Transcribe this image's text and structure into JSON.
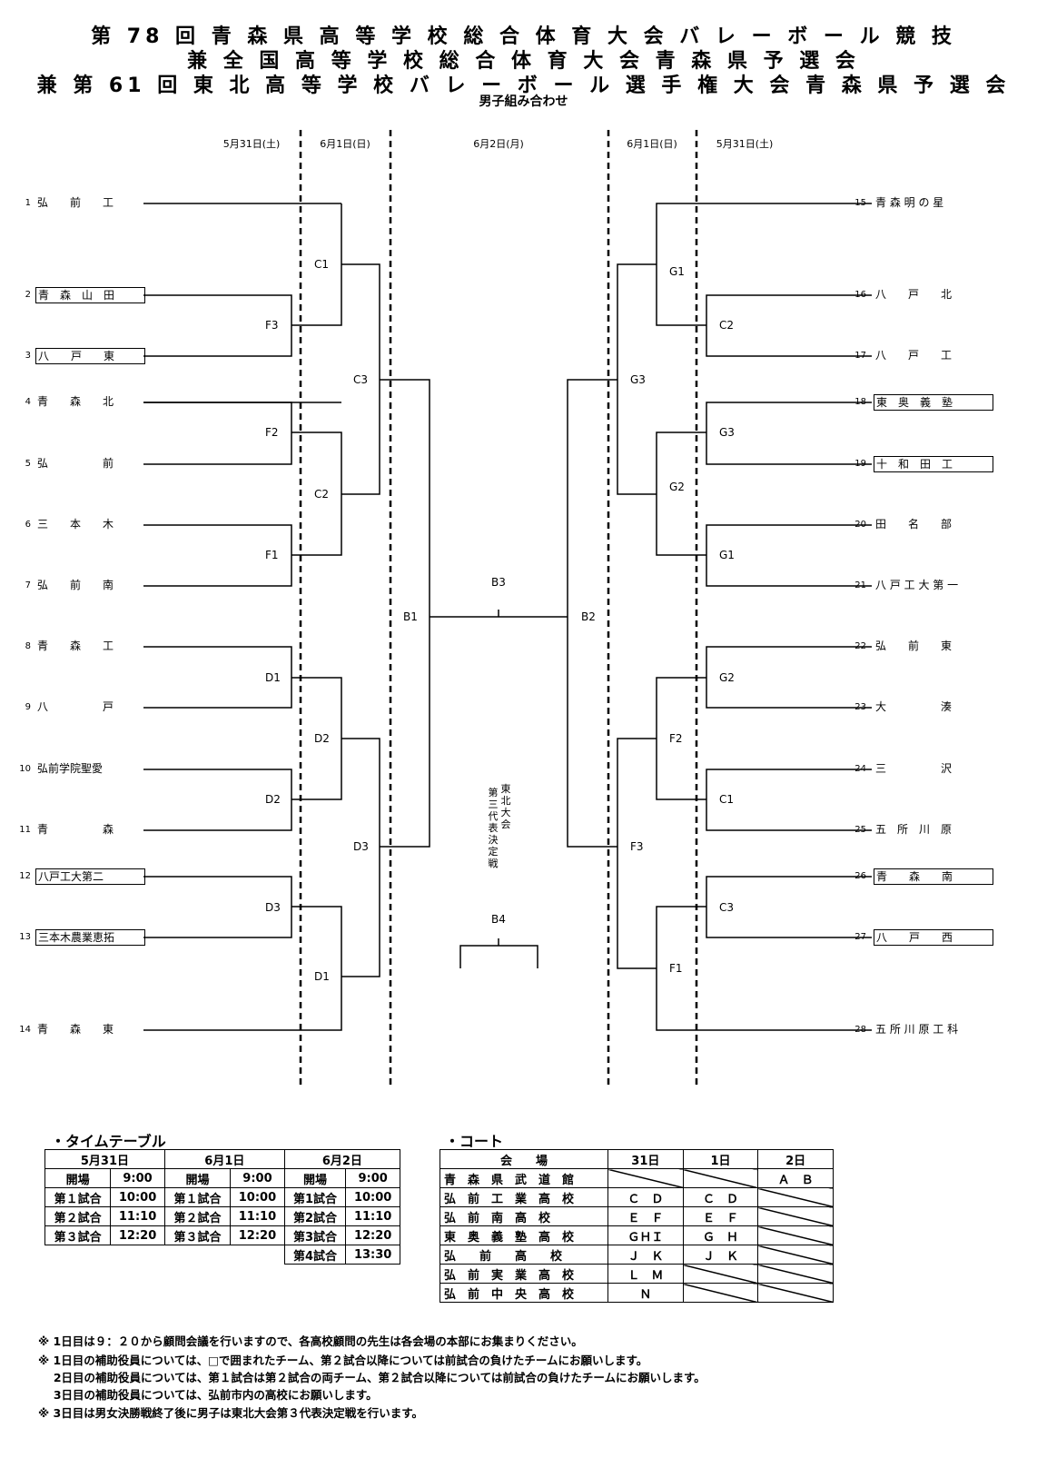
{
  "title": {
    "line1": "第 78 回 青 森 県 高 等 学 校 総 合 体 育 大 会 バ レ ー ボ ー ル 競 技",
    "line2": "兼 全 国 高 等 学 校 総 合 体 育 大 会 青 森 県 予 選 会",
    "line3": "兼 第 61 回 東 北 高 等 学 校 バ レ ー ボ ー ル 選 手 権 大 会 青 森 県 予 選 会",
    "sub": "男子組み合わせ"
  },
  "dates": {
    "left1": "5月31日(土)",
    "left2": "6月1日(日)",
    "center": "6月2日(月)",
    "right2": "6月1日(日)",
    "right1": "5月31日(土)"
  },
  "left_teams": [
    {
      "num": "1",
      "name": "弘　　前　　工",
      "boxed": false
    },
    {
      "num": "2",
      "name": "青　森　山　田",
      "boxed": true
    },
    {
      "num": "3",
      "name": "八　　戸　　東",
      "boxed": true
    },
    {
      "num": "4",
      "name": "青　　森　　北",
      "boxed": false
    },
    {
      "num": "5",
      "name": "弘　　　　　前",
      "boxed": false
    },
    {
      "num": "6",
      "name": "三　　本　　木",
      "boxed": false
    },
    {
      "num": "7",
      "name": "弘　　前　　南",
      "boxed": false
    },
    {
      "num": "8",
      "name": "青　　森　　工",
      "boxed": false
    },
    {
      "num": "9",
      "name": "八　　　　　戸",
      "boxed": false
    },
    {
      "num": "10",
      "name": "弘前学院聖愛",
      "boxed": false
    },
    {
      "num": "11",
      "name": "青　　　　　森",
      "boxed": false
    },
    {
      "num": "12",
      "name": "八戸工大第二",
      "boxed": true
    },
    {
      "num": "13",
      "name": "三本木農業恵拓",
      "boxed": true
    },
    {
      "num": "14",
      "name": "青　　森　　東",
      "boxed": false
    }
  ],
  "right_teams": [
    {
      "num": "15",
      "name": "青 森 明 の 星",
      "boxed": false
    },
    {
      "num": "16",
      "name": "八　　戸　　北",
      "boxed": false
    },
    {
      "num": "17",
      "name": "八　　戸　　工",
      "boxed": false
    },
    {
      "num": "18",
      "name": "東　奥　義　塾",
      "boxed": true
    },
    {
      "num": "19",
      "name": "十　和　田　工",
      "boxed": true
    },
    {
      "num": "20",
      "name": "田　　名　　部",
      "boxed": false
    },
    {
      "num": "21",
      "name": "八 戸 工 大 第 一",
      "boxed": false
    },
    {
      "num": "22",
      "name": "弘　　前　　東",
      "boxed": false
    },
    {
      "num": "23",
      "name": "大　　　　　湊",
      "boxed": false
    },
    {
      "num": "24",
      "name": "三　　　　　沢",
      "boxed": false
    },
    {
      "num": "25",
      "name": "五　所　川　原",
      "boxed": false
    },
    {
      "num": "26",
      "name": "青　　森　　南",
      "boxed": true
    },
    {
      "num": "27",
      "name": "八　　戸　　西",
      "boxed": true
    },
    {
      "num": "28",
      "name": "五 所 川 原 工 科",
      "boxed": false
    }
  ],
  "bracket_labels": {
    "C1": "C1",
    "F3": "F3",
    "C3": "C3",
    "F2": "F2",
    "C2": "C2",
    "F1": "F1",
    "D1a": "D1",
    "D2a": "D2",
    "D2b": "D2",
    "D3a": "D3",
    "D3b": "D3",
    "D1b": "D1",
    "B1": "B1",
    "B3": "B3",
    "B2": "B2",
    "B4": "B4",
    "G1a": "G1",
    "C2r": "C2",
    "G3a": "G3",
    "G3b": "G3",
    "G2a": "G2",
    "G1b": "G1",
    "G2b": "G2",
    "F2r": "F2",
    "C1r": "C1",
    "F3r": "F3",
    "C3r": "C3",
    "F1r": "F1"
  },
  "third_place_text": {
    "col1": "東北大会",
    "col2": "第三代表決定戦"
  },
  "timetable": {
    "heading": "・タイムテーブル",
    "headers": [
      "5月31日",
      "6月1日",
      "6月2日"
    ],
    "rows": [
      [
        "開場",
        "9:00",
        "開場",
        "9:00",
        "開場",
        "9:00"
      ],
      [
        "第１試合",
        "10:00",
        "第１試合",
        "10:00",
        "第1試合",
        "10:00"
      ],
      [
        "第２試合",
        "11:10",
        "第２試合",
        "11:10",
        "第2試合",
        "11:10"
      ],
      [
        "第３試合",
        "12:20",
        "第３試合",
        "12:20",
        "第3試合",
        "12:20"
      ],
      [
        "",
        "",
        "",
        "",
        "第4試合",
        "13:30"
      ]
    ]
  },
  "court": {
    "heading": "・コート",
    "headers": [
      "会　　場",
      "31日",
      "1日",
      "2日"
    ],
    "rows": [
      [
        "青　森　県　武　道　館",
        "",
        "",
        "Ａ　Ｂ"
      ],
      [
        "弘　前　工　業　高　校",
        "Ｃ　Ｄ",
        "Ｃ　Ｄ",
        ""
      ],
      [
        "弘　前　南　高　校",
        "Ｅ　Ｆ",
        "Ｅ　Ｆ",
        ""
      ],
      [
        "東　奥　義　塾　高　校",
        "ＧＨＩ",
        "Ｇ　Ｈ",
        ""
      ],
      [
        "弘　　前　　高　　校",
        "Ｊ　Ｋ",
        "Ｊ　Ｋ",
        ""
      ],
      [
        "弘　前　実　業　高　校",
        "Ｌ　Ｍ",
        "",
        ""
      ],
      [
        "弘　前　中　央　高　校",
        "Ｎ",
        "",
        ""
      ]
    ]
  },
  "notes": [
    "※ 1日目は９：２０から顧問会議を行いますので、各高校顧問の先生は各会場の本部にお集まりください。",
    "※ 1日目の補助役員については、□で囲まれたチーム、第２試合以降については前試合の負けたチームにお願いします。",
    "　 2日目の補助役員については、第１試合は第２試合の両チーム、第２試合以降については前試合の負けたチームにお願いします。",
    "　 3日目の補助役員については、弘前市内の高校にお願いします。",
    "※ 3日目は男女決勝戦終了後に男子は東北大会第３代表決定戦を行います。"
  ]
}
